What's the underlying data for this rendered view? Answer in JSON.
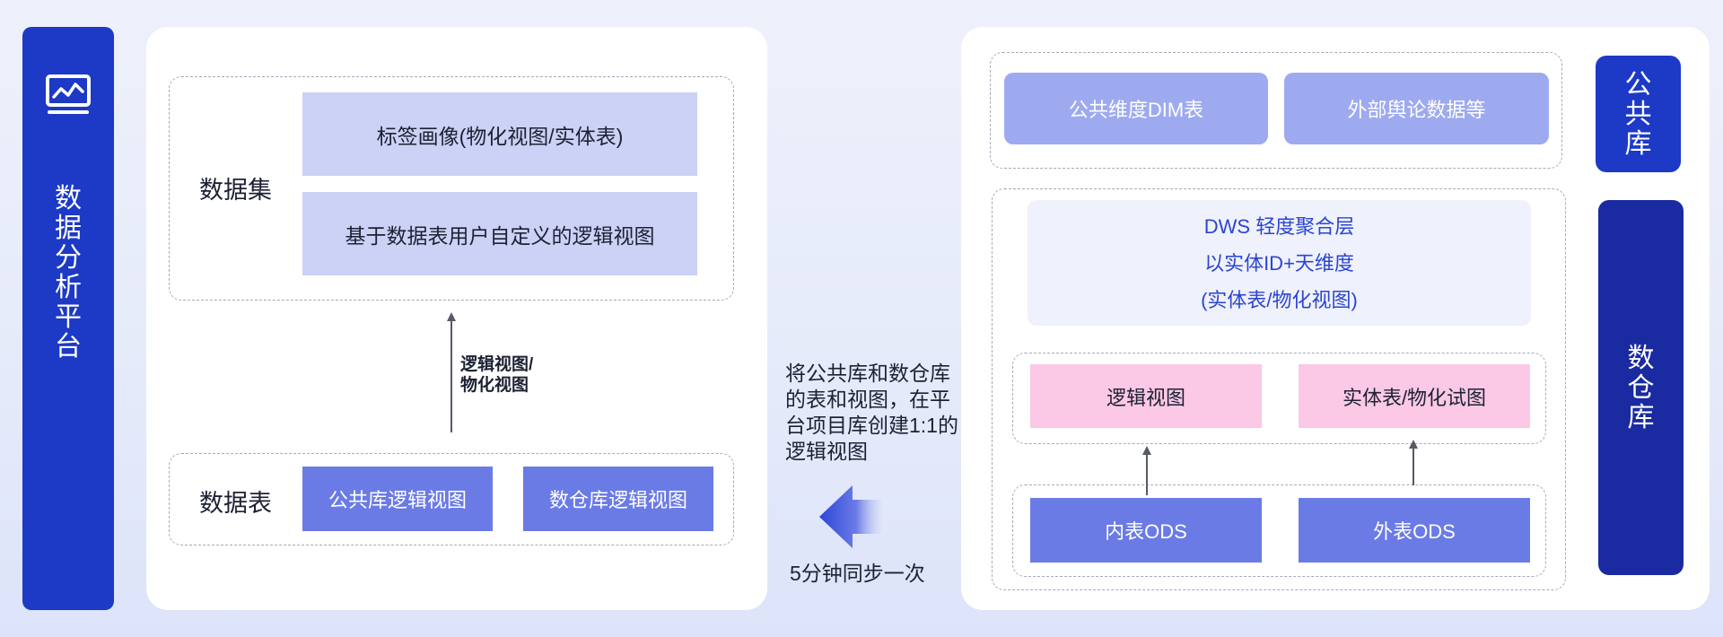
{
  "platform": {
    "label": "数据分析平台",
    "icon": "monitor-chart-icon"
  },
  "left": {
    "dataset_label": "数据集",
    "dataset_items": [
      "标签画像(物化视图/实体表)",
      "基于数据表用户自定义的逻辑视图"
    ],
    "datatable_label": "数据表",
    "datatable_items": [
      "公共库逻辑视图",
      "数仓库逻辑视图"
    ],
    "arrow_label": "逻辑视图/物化视图"
  },
  "sync": {
    "description": "将公共库和数仓库的表和视图，在平台项目库创建1:1的逻辑视图",
    "frequency": "5分钟同步一次"
  },
  "right": {
    "public_items": [
      "公共维度DIM表",
      "外部舆论数据等"
    ],
    "dws": {
      "line1": "DWS 轻度聚合层",
      "line2": "以实体ID+天维度",
      "line3": "(实体表/物化视图)"
    },
    "view_items": [
      "逻辑视图",
      "实体表/物化试图"
    ],
    "ods_items": [
      "内表ODS",
      "外表ODS"
    ]
  },
  "tags": {
    "public_lib": "公共库",
    "warehouse": "数仓库"
  },
  "colors": {
    "primary_blue": "#1c3ac6",
    "dark_navy": "#1a2aa0",
    "mid_blue": "#6b7be6",
    "lavender": "#ccd1f6",
    "light_periwinkle": "#9eaaef",
    "pink": "#fbc8e6",
    "dws_text": "#2b45d0"
  }
}
